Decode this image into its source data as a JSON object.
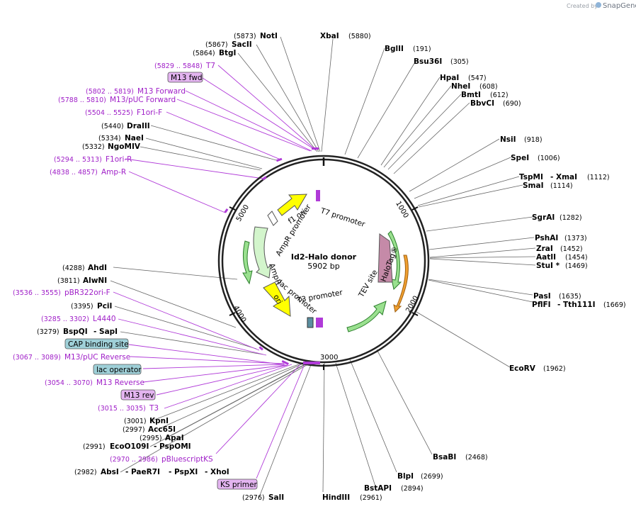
{
  "plasmid": {
    "name": "Id2-Halo donor",
    "length": "5902 bp"
  },
  "credit": {
    "text": "Created by",
    "brand": "SnapGene"
  },
  "ticks": [
    "1000",
    "2000",
    "3000",
    "4000",
    "5000"
  ],
  "features": {
    "f1ori": "f1 ori",
    "t7promoter": "T7 promoter",
    "amprpromoter": "AmpR promoter",
    "ampr": "AmpR",
    "ori": "ori",
    "lacpromoter": "lac promoter",
    "t3promoter": "T3 promoter",
    "tevsite": "TEV site",
    "halotag": "HaloTag®"
  },
  "sites": {
    "noti": {
      "name": "NotI",
      "pos": "(5873)"
    },
    "sacii": {
      "name": "SacII",
      "pos": "(5867)"
    },
    "btgi": {
      "name": "BtgI",
      "pos": "(5864)"
    },
    "t7": {
      "name": "T7",
      "pos": "(5829 .. 5848)"
    },
    "m13fwd": {
      "name": "M13 fwd"
    },
    "m13forward": {
      "name": "M13 Forward",
      "pos": "(5802 .. 5819)"
    },
    "m13pucforward": {
      "name": "M13/pUC Forward",
      "pos": "(5788 .. 5810)"
    },
    "f1orif": {
      "name": "F1ori-F",
      "pos": "(5504 .. 5525)"
    },
    "draiii": {
      "name": "DraIII",
      "pos": "(5440)"
    },
    "naei": {
      "name": "NaeI",
      "pos": "(5334)"
    },
    "ngomiv": {
      "name": "NgoMIV",
      "pos": "(5332)"
    },
    "f1orir": {
      "name": "F1ori-R",
      "pos": "(5294 .. 5313)"
    },
    "ampr": {
      "name": "Amp-R",
      "pos": "(4838 .. 4857)"
    },
    "ahdi": {
      "name": "AhdI",
      "pos": "(4288)"
    },
    "alwni": {
      "name": "AlwNI",
      "pos": "(3811)"
    },
    "pbr322": {
      "name": "pBR322ori-F",
      "pos": "(3536 .. 3555)"
    },
    "pcii": {
      "name": "PciI",
      "pos": "(3395)"
    },
    "l4440": {
      "name": "L4440",
      "pos": "(3285 .. 3302)"
    },
    "bspqi": {
      "name": "BspQI",
      "name2": "- SapI",
      "pos": "(3279)"
    },
    "cap": {
      "name": "CAP binding site"
    },
    "m13pucrev": {
      "name": "M13/pUC Reverse",
      "pos": "(3067 .. 3089)"
    },
    "lacop": {
      "name": "lac operator"
    },
    "m13reverse": {
      "name": "M13 Reverse",
      "pos": "(3054 .. 3070)"
    },
    "m13rev": {
      "name": "M13 rev"
    },
    "t3": {
      "name": "T3",
      "pos": "(3015 .. 3035)"
    },
    "kpni": {
      "name": "KpnI",
      "pos": "(3001)"
    },
    "acc65i": {
      "name": "Acc65I",
      "pos": "(2997)"
    },
    "apai": {
      "name": "ApaI",
      "pos": "(2995)"
    },
    "ecoo109i": {
      "name": "EcoO109I",
      "name2": "- PspOMI",
      "pos": "(2991)"
    },
    "pbluescriptks": {
      "name": "pBluescriptKS",
      "pos": "(2970 .. 2986)"
    },
    "absi": {
      "name": "AbsI",
      "name2": "- PaeR7I",
      "name3": "- PspXI",
      "name4": "- XhoI",
      "pos": "(2982)"
    },
    "ksprimer": {
      "name": "KS primer"
    },
    "sali": {
      "name": "SalI",
      "pos": "(2976)"
    },
    "hindiii": {
      "name": "HindIII",
      "pos": "(2961)"
    },
    "bstapi": {
      "name": "BstAPI",
      "pos": "(2894)"
    },
    "blpi": {
      "name": "BlpI",
      "pos": "(2699)"
    },
    "bsabi": {
      "name": "BsaBI",
      "pos": "(2468)"
    },
    "ecorv": {
      "name": "EcoRV",
      "pos": "(1962)"
    },
    "pflfi": {
      "name": "PflFI",
      "name2": "- Tth111I",
      "pos": "(1669)"
    },
    "pasi": {
      "name": "PasI",
      "pos": "(1635)"
    },
    "stui": {
      "name": "StuI *",
      "pos": "(1469)"
    },
    "aatii": {
      "name": "AatII",
      "pos": "(1454)"
    },
    "zrai": {
      "name": "ZraI",
      "pos": "(1452)"
    },
    "pshai": {
      "name": "PshAI",
      "pos": "(1373)"
    },
    "sgrai": {
      "name": "SgrAI",
      "pos": "(1282)"
    },
    "smai": {
      "name": "SmaI",
      "pos": "(1114)"
    },
    "tspmi": {
      "name": "TspMI",
      "name2": "- XmaI",
      "pos": "(1112)"
    },
    "spei": {
      "name": "SpeI",
      "pos": "(1006)"
    },
    "nsii": {
      "name": "NsiI",
      "pos": "(918)"
    },
    "bbvci": {
      "name": "BbvCI",
      "pos": "(690)"
    },
    "bmti": {
      "name": "BmtI",
      "pos": "(612)"
    },
    "nhei": {
      "name": "NheI",
      "pos": "(608)"
    },
    "hpai": {
      "name": "HpaI",
      "pos": "(547)"
    },
    "bsu36i": {
      "name": "Bsu36I",
      "pos": "(305)"
    },
    "bglii": {
      "name": "BglII",
      "pos": "(191)"
    },
    "xbai": {
      "name": "XbaI",
      "pos": "(5880)"
    }
  }
}
